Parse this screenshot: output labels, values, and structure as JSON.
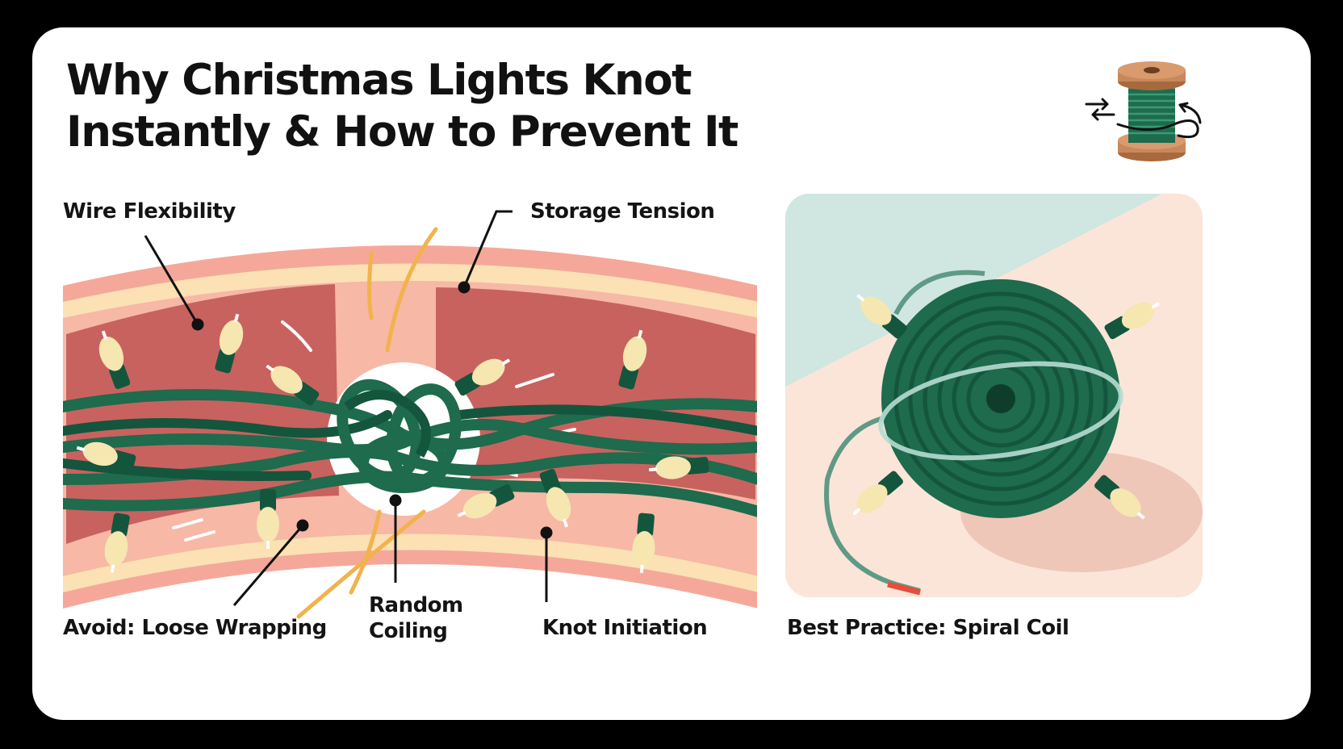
{
  "title": {
    "line1": "Why Christmas Lights Knot",
    "line2": "Instantly & How to Prevent It"
  },
  "labels": {
    "wire_flexibility": "Wire Flexibility",
    "storage_tension": "Storage Tension",
    "avoid_loose_wrapping": "Avoid: Loose Wrapping",
    "random_coiling_line1": "Random",
    "random_coiling_line2": "Coiling",
    "knot_initiation": "Knot Initiation",
    "best_practice": "Best Practice: Spiral Coil"
  },
  "icons": [
    "spool-icon",
    "swap-arrows-icon",
    "curved-arrow-icon"
  ],
  "colors": {
    "background": "#000000",
    "card": "#ffffff",
    "wire_green": "#1e6b4e",
    "dark_green": "#14553d",
    "bulb_cream": "#f6e6b0",
    "band_red": "#c8625f",
    "band_pink": "#f5a899",
    "band_cream": "#fbe1b3",
    "spark_orange": "#f2b24c",
    "spool_wood": "#c9885c",
    "panel_teal": "#cfe6e1",
    "panel_peach": "#fbe5d8"
  }
}
